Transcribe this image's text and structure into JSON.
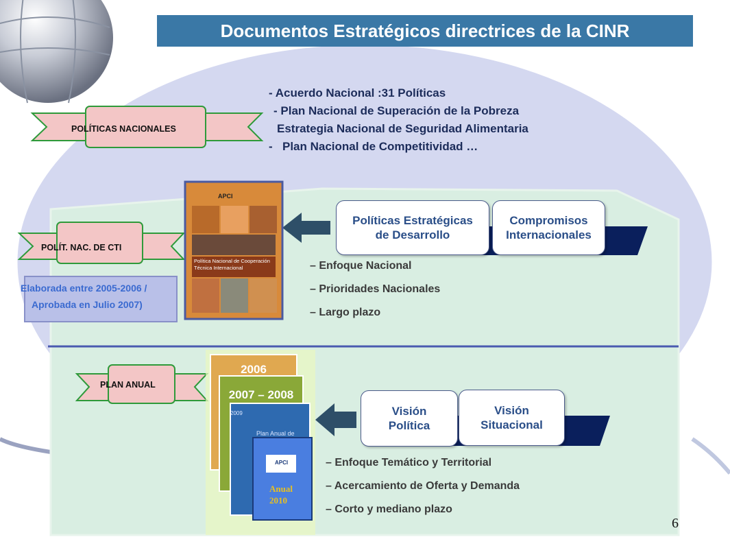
{
  "title": "Documentos Estratégicos directrices de la CINR",
  "national": {
    "label": "POLÍTICAS NACIONALES",
    "lines": [
      "- Acuerdo Nacional :31 Políticas",
      "- Plan Nacional de Superación de la Pobreza",
      "Estrategia Nacional de Seguridad Alimentaria",
      "-",
      "Plan Nacional de Competitividad …"
    ]
  },
  "cti": {
    "label": "POLÍT.  NAC. DE  CTI",
    "note_line1": "Elaborada  entre 2005-2006  /",
    "note_line2": "Aprobada  en Julio 2007)",
    "book_brand": "APCI",
    "book_title": "Política Nacional de Cooperación Técnica Internacional",
    "pill1_line1": "Políticas Estratégicas",
    "pill1_line2": "de Desarrollo",
    "pill2_line1": "Compromisos",
    "pill2_line2": "Internacionales",
    "bullets": [
      "– Enfoque Nacional",
      "– Prioridades Nacionales",
      "– Largo plazo"
    ]
  },
  "annual": {
    "label": "PLAN ANUAL",
    "year1": "2006",
    "year2": "2007 – 2008",
    "doc3_title": "Plan Anual de",
    "doc3_side": "2009",
    "doc4_brand": "APCI",
    "doc4_line1": "Anual",
    "doc4_line2": "2010",
    "pill1_line1": "Visión",
    "pill1_line2": "Política",
    "pill2_line1": "Visión",
    "pill2_line2": "Situacional",
    "bullets": [
      "– Enfoque Temático y Territorial",
      "– Acercamiento de Oferta y Demanda",
      "– Corto y mediano plazo"
    ]
  },
  "page_number": "6",
  "colors": {
    "title_bg": "#3a78a6",
    "ellipse": "#d4d8f0",
    "panel": "#d9eee2",
    "ribbon": "#f3c6c6",
    "ribbon_border": "#2e9a3a",
    "arrow": "#2e4f68",
    "navy_band": "#0a1f5c"
  }
}
